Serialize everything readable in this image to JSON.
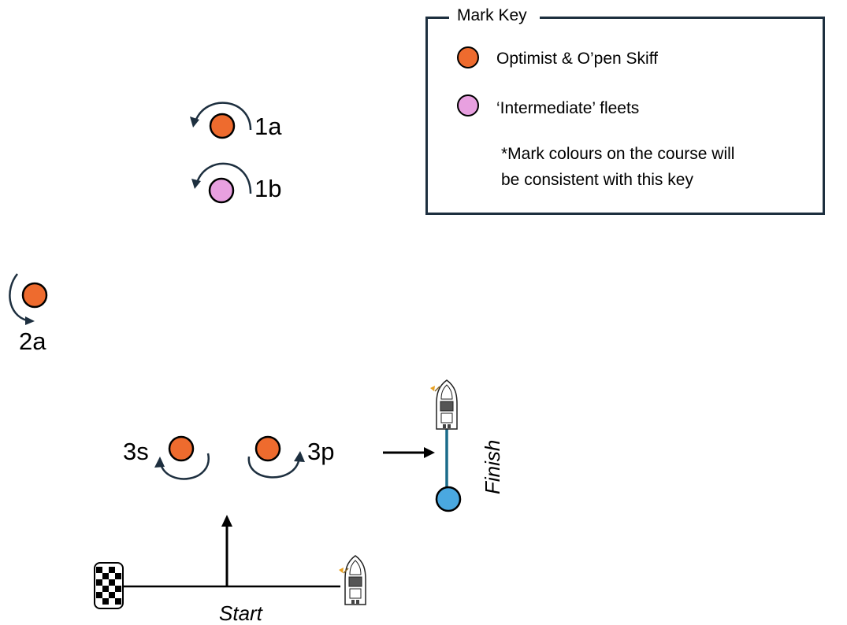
{
  "legend": {
    "title": "Mark Key",
    "items": [
      {
        "color": "#ee6b2e",
        "label": "Optimist & O’pen Skiff"
      },
      {
        "color": "#e8a0e0",
        "label": "‘Intermediate’ fleets"
      }
    ],
    "note_line1": "*Mark colours on the course will",
    "note_line2": "be consistent with this key"
  },
  "marks": {
    "m1a": {
      "label": "1a",
      "color": "#ee6b2e",
      "rounding": "port"
    },
    "m1b": {
      "label": "1b",
      "color": "#e8a0e0",
      "rounding": "port"
    },
    "m2a": {
      "label": "2a",
      "color": "#ee6b2e",
      "rounding": "port"
    },
    "m3s": {
      "label": "3s",
      "color": "#ee6b2e",
      "rounding": "starboard"
    },
    "m3p": {
      "label": "3p",
      "color": "#ee6b2e",
      "rounding": "port"
    }
  },
  "finish": {
    "label": "Finish",
    "buoy_color": "#4aa8e0",
    "line_color": "#1a6b8a"
  },
  "start": {
    "label": "Start"
  },
  "colors": {
    "arrow": "#1d2f3f",
    "outline": "#000000"
  }
}
